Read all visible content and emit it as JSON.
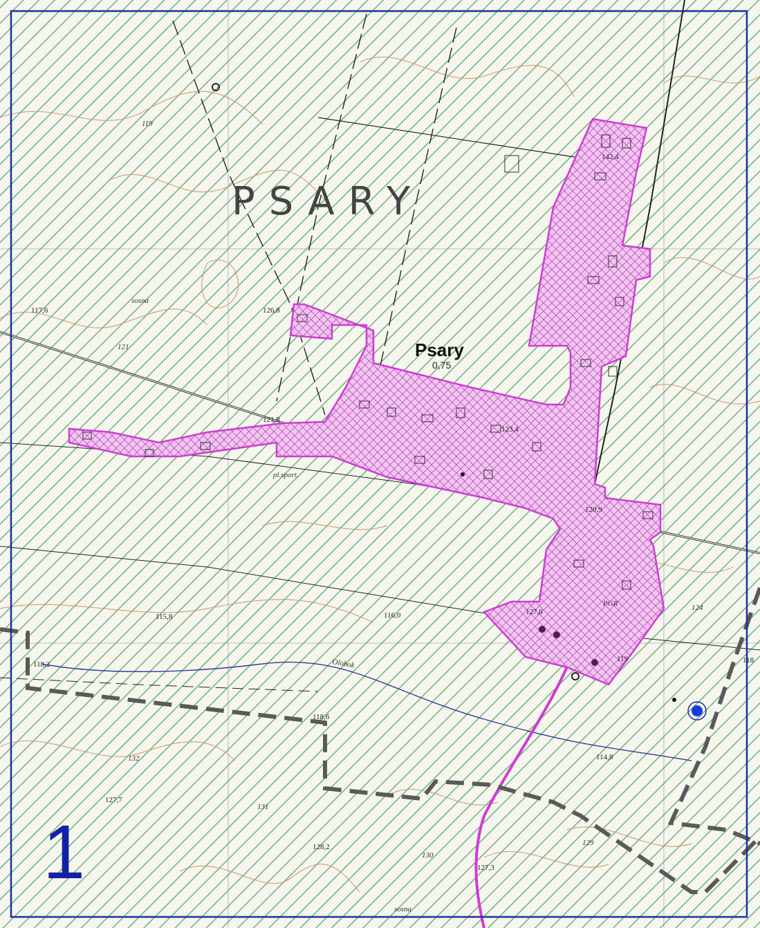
{
  "map": {
    "region_label": "PSARY",
    "village_name": "Psary",
    "village_value": "0,75",
    "sheet_number": "1",
    "river_name": "Olobok",
    "sport_label": "pl.sport.",
    "farm_label": "PGR",
    "forest_labels": [
      "sosna",
      "sosna"
    ],
    "elevations": [
      "117,6",
      "126,8",
      "121,8",
      "123,4",
      "142,4",
      "120,9",
      "115,8",
      "116,0",
      "127,6",
      "119",
      "118,2",
      "118,6",
      "114,8",
      "127,7",
      "128,2",
      "127,3",
      "118"
    ],
    "contour_labels": [
      "119",
      "121",
      "124",
      "132",
      "131",
      "130",
      "129"
    ],
    "colors": {
      "hatch": "#58a66a",
      "settlement": "#d13ad6",
      "contour": "#c49a6c",
      "frame": "#1a2fa8",
      "boundary": "#5a5a5a"
    }
  }
}
